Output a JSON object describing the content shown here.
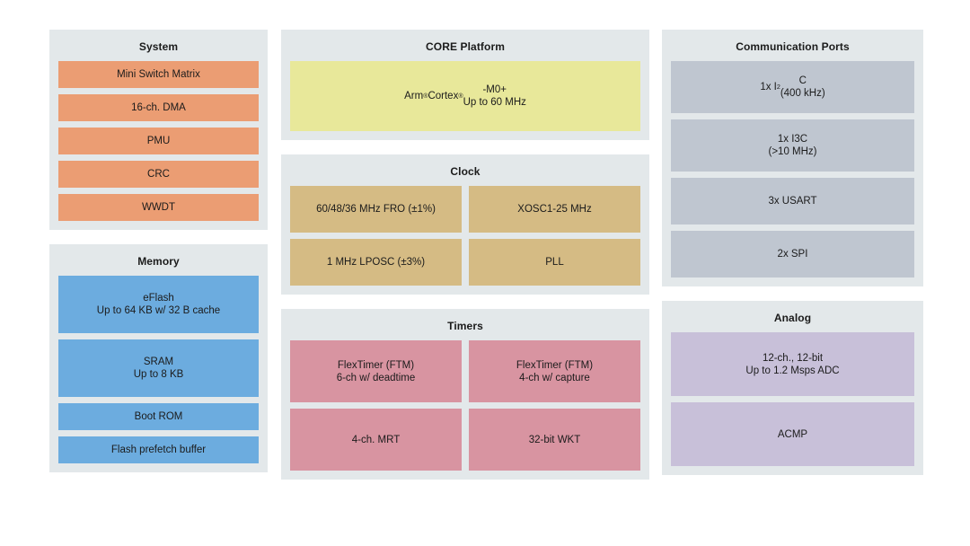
{
  "diagram": {
    "background_color": "#ffffff",
    "panel_color": "#e3e8ea",
    "columns": [
      {
        "id": "left",
        "panels": [
          {
            "id": "system",
            "title": "System",
            "block_color": "#eb9d73",
            "layout": "stack",
            "blocks": [
              {
                "label": "Mini Switch Matrix"
              },
              {
                "label": "16-ch. DMA"
              },
              {
                "label": "PMU"
              },
              {
                "label": "CRC"
              },
              {
                "label": "WWDT"
              }
            ]
          },
          {
            "id": "memory",
            "title": "Memory",
            "block_color": "#6cacdf",
            "layout": "stack",
            "blocks": [
              {
                "label": "eFlash\nUp to 64 KB w/ 32 B cache",
                "tall": true
              },
              {
                "label": "SRAM\nUp to 8 KB",
                "tall": true
              },
              {
                "label": "Boot ROM"
              },
              {
                "label": "Flash prefetch buffer"
              }
            ]
          }
        ]
      },
      {
        "id": "mid",
        "panels": [
          {
            "id": "core",
            "title": "CORE Platform",
            "block_color": "#e8e89a",
            "layout": "stack",
            "blocks": [
              {
                "label": "Arm® Cortex®-M0+\nUp to 60 MHz",
                "html": "Arm<sup>®</sup> Cortex<sup>®</sup>-M0+<br>Up to 60 MHz"
              }
            ]
          },
          {
            "id": "clock",
            "title": "Clock",
            "block_color": "#d5bb84",
            "layout": "grid-2",
            "blocks": [
              {
                "label": "60/48/36 MHz FRO (±1%)"
              },
              {
                "label": "XOSC1-25 MHz"
              },
              {
                "label": "1 MHz LPOSC (±3%)"
              },
              {
                "label": "PLL"
              }
            ]
          },
          {
            "id": "timers",
            "title": "Timers",
            "block_color": "#d894a1",
            "layout": "grid-2",
            "blocks": [
              {
                "label": "FlexTimer (FTM)\n6-ch w/ deadtime"
              },
              {
                "label": "FlexTimer (FTM)\n4-ch w/ capture"
              },
              {
                "label": "4-ch. MRT"
              },
              {
                "label": "32-bit WKT"
              }
            ]
          }
        ]
      },
      {
        "id": "right",
        "panels": [
          {
            "id": "comms",
            "title": "Communication Ports",
            "block_color": "#bfc6d0",
            "layout": "stack",
            "blocks": [
              {
                "label": "1x I²C\n(400 kHz)",
                "html": "1x I<sup>2</sup>C<br>(400 kHz)"
              },
              {
                "label": "1x I3C\n(>10 MHz)",
                "html": "1x I3C<br>(&gt;10 MHz)"
              },
              {
                "label": "3x USART",
                "short": true
              },
              {
                "label": "2x SPI",
                "short": true
              }
            ]
          },
          {
            "id": "analog",
            "title": "Analog",
            "block_color": "#c8c0d9",
            "layout": "stack",
            "blocks": [
              {
                "label": "12-ch., 12-bit\nUp to 1.2 Msps ADC"
              },
              {
                "label": "ACMP"
              }
            ]
          }
        ]
      }
    ]
  }
}
